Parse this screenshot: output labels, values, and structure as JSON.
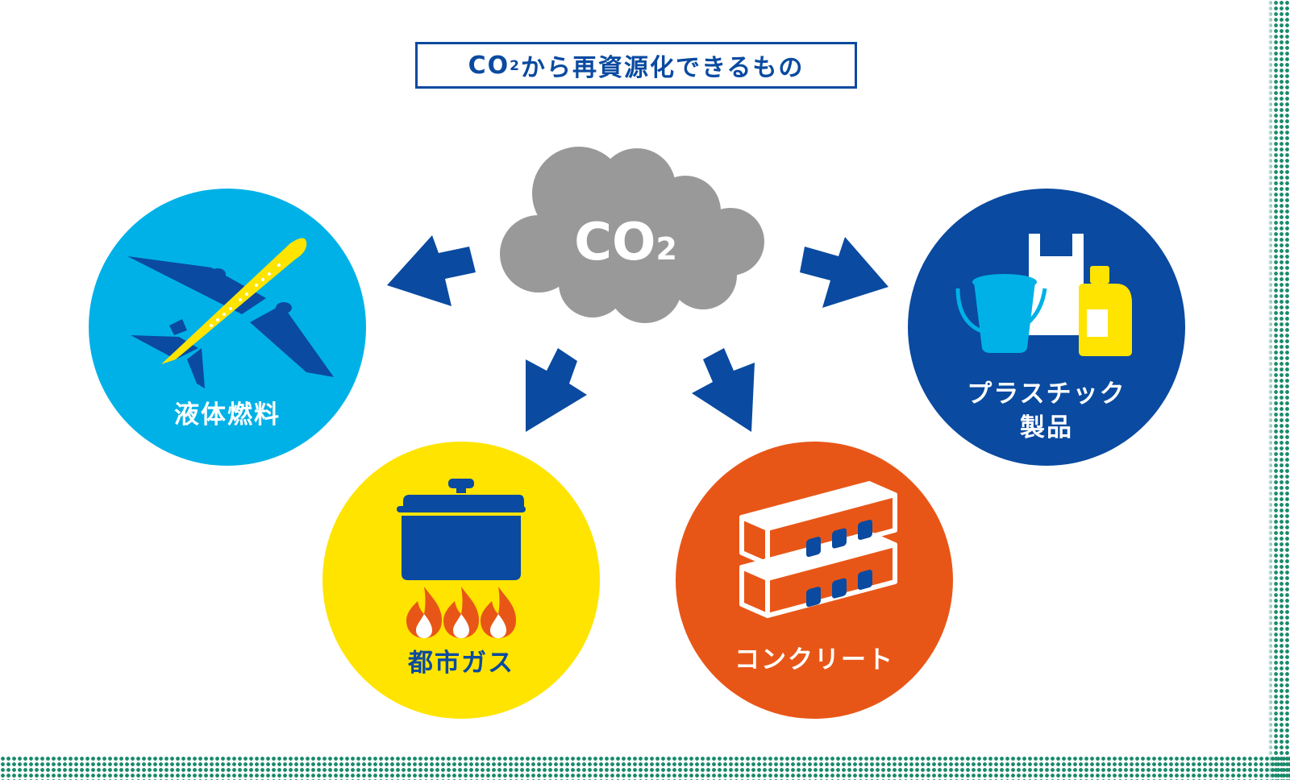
{
  "title": {
    "prefix": "CO",
    "sub": "2",
    "rest": "から再資源化できるもの"
  },
  "cloud": {
    "prefix": "CO",
    "sub": "2"
  },
  "colors": {
    "title_blue": "#0a4aa0",
    "cloud_gray": "#999999",
    "arrow_blue": "#0a4aa0",
    "liquid_fuel_circle": "#00b1e7",
    "city_gas_circle": "#ffe400",
    "concrete_circle": "#e85617",
    "plastic_circle": "#0a4aa0",
    "dots_green": "#1a8a6a"
  },
  "items": {
    "liquid_fuel": {
      "label": "液体燃料",
      "icon": "airplane-icon"
    },
    "city_gas": {
      "label": "都市ガス",
      "icon": "pot-on-stove-icon"
    },
    "concrete": {
      "label": "コンクリート",
      "icon": "concrete-block-icon"
    },
    "plastic": {
      "line1": "プラスチック",
      "line2": "製品",
      "icon": "bucket-bag-bottle-icon"
    }
  }
}
